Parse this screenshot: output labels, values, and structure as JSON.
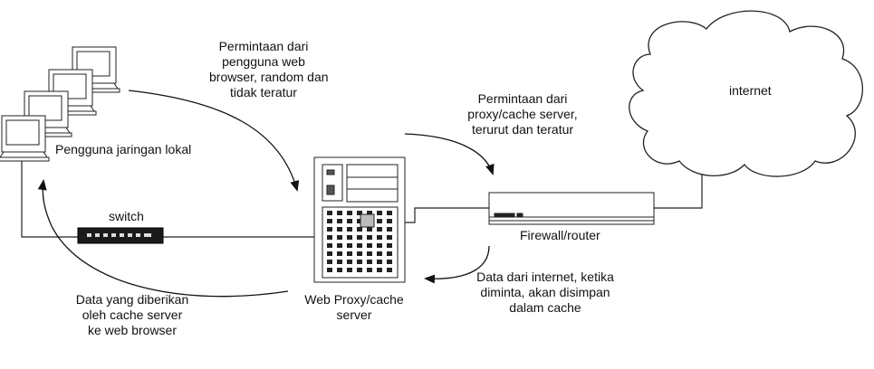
{
  "diagram": {
    "nodes": {
      "local_users": "Pengguna jaringan lokal",
      "switch": "switch",
      "proxy": "Web Proxy/cache\nserver",
      "firewall": "Firewall/router",
      "internet": "internet"
    },
    "edges": {
      "user_request": "Permintaan dari\npengguna web\nbrowser, random dan\ntidak teratur",
      "proxy_request": "Permintaan dari\nproxy/cache server,\nterurut dan teratur",
      "internet_data": "Data dari internet, ketika\ndiminta, akan disimpan\ndalam cache",
      "cache_data": "Data yang diberikan\noleh cache server\nke web browser"
    }
  }
}
